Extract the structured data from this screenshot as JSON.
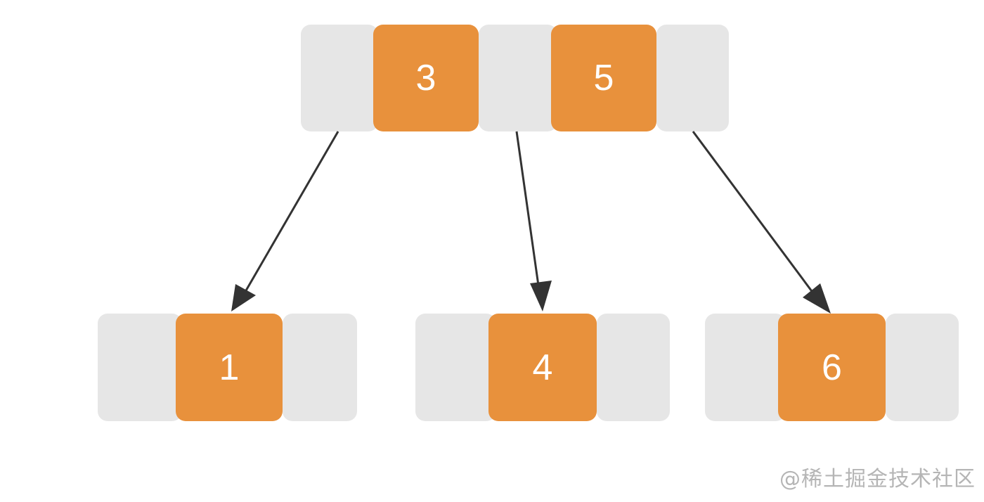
{
  "colors": {
    "key_fill": "#e8913c",
    "pointer_fill": "#e6e6e6",
    "key_text": "#ffffff",
    "edge": "#333333"
  },
  "tree": {
    "root": {
      "keys": [
        "3",
        "5"
      ]
    },
    "leaves": [
      {
        "keys": [
          "1"
        ]
      },
      {
        "keys": [
          "4"
        ]
      },
      {
        "keys": [
          "6"
        ]
      }
    ]
  },
  "watermark": "@稀土掘金技术社区"
}
